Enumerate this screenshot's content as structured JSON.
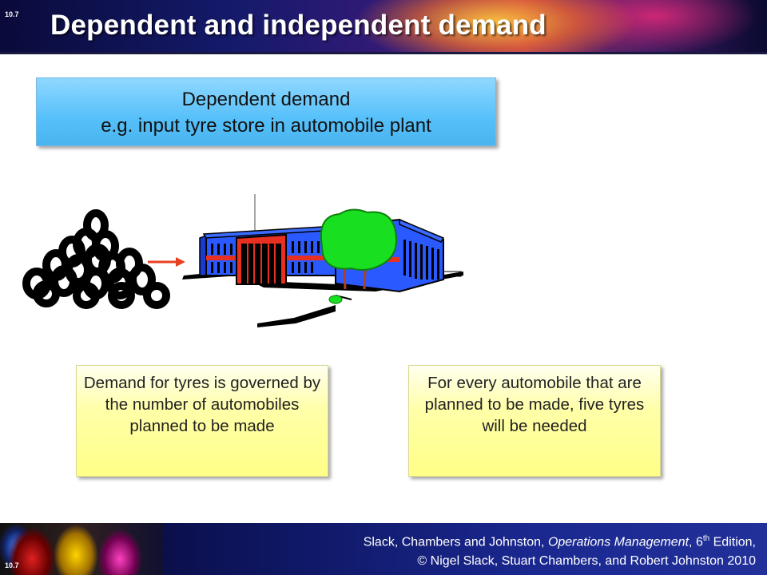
{
  "header": {
    "slide_number": "10.7",
    "title": "Dependent and independent demand"
  },
  "blue_box": {
    "line1": "Dependent demand",
    "line2": "e.g. input tyre store in automobile plant"
  },
  "illustration": {
    "tyres_icon": "tyre-pile-icon",
    "arrow_icon": "arrow-right-icon",
    "factory_icon": "automobile-plant-icon",
    "arrow_color": "#e84020"
  },
  "boxes": [
    {
      "text": "Demand for tyres is governed by the number of automobiles planned to be made"
    },
    {
      "text": "For every automobile that  are planned to be made, five tyres will be needed"
    }
  ],
  "footer": {
    "slide_number": "10.7",
    "credit_authors": "Slack, Chambers and Johnston, ",
    "credit_book": "Operations Management",
    "credit_edition_pre": ", 6",
    "credit_edition_sup": "th",
    "credit_edition_post": " Edition,",
    "copyright": "© Nigel Slack, Stuart Chambers, and Robert Johnston 2010"
  }
}
